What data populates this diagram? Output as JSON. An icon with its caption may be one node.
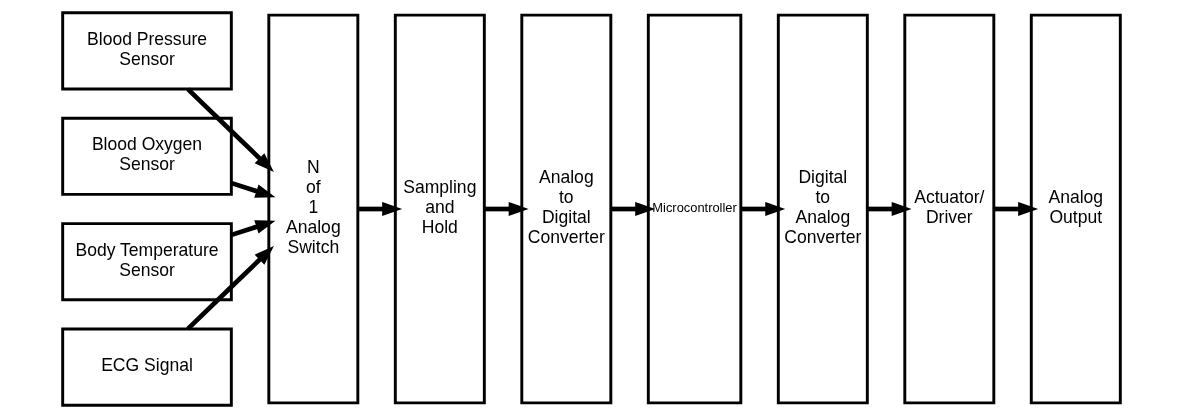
{
  "diagram": {
    "nodes": [
      {
        "text": [
          "Blood Pressure Sensor"
        ]
      },
      {
        "text": [
          "Blood Oxygen Sensor"
        ]
      },
      {
        "text": [
          "Body Temperature Sensor"
        ]
      },
      {
        "text": [
          "ECG Signal"
        ]
      },
      {
        "text": [
          "N of 1 Analog Switch"
        ]
      },
      {
        "text": [
          "Sampling and Hold"
        ]
      },
      {
        "text": [
          "Analog to Digital Converter"
        ]
      },
      {
        "text": [
          "Microcontroller"
        ]
      },
      {
        "text": [
          "Digital to Analog Converter"
        ]
      },
      {
        "text": [
          "Actuator/ Driver"
        ]
      },
      {
        "text": [
          "Analog Output"
        ]
      }
    ],
    "edges": [
      {
        "from": 0,
        "to": 4,
        "arrow": "to"
      },
      {
        "from": 1,
        "to": 4,
        "arrow": "to"
      },
      {
        "from": 2,
        "to": 4,
        "arrow": "to"
      },
      {
        "from": 3,
        "to": 4,
        "arrow": "to"
      },
      {
        "from": 4,
        "to": 5,
        "arrow": "to"
      },
      {
        "from": 5,
        "to": 6,
        "arrow": "to"
      },
      {
        "from": 6,
        "to": 7,
        "arrow": "to"
      },
      {
        "from": 7,
        "to": 8,
        "arrow": "to"
      },
      {
        "from": 8,
        "to": 9,
        "arrow": "to"
      },
      {
        "from": 9,
        "to": 10,
        "arrow": "to"
      }
    ]
  }
}
